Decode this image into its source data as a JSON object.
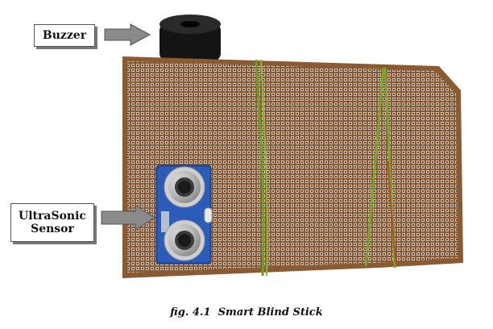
{
  "labels": {
    "buzzer": "Buzzer",
    "sensor_line1": "UltraSonic",
    "sensor_line2": "Sensor"
  },
  "caption": {
    "fig": "fig. 4.1",
    "title": "Smart Blind Stick"
  },
  "colors": {
    "board": "#8a5a32",
    "pad": "#c8c3bd",
    "sensor_board": "#1f4fa8",
    "rubber_band": "#7aa52a",
    "arrow": "#888888"
  }
}
